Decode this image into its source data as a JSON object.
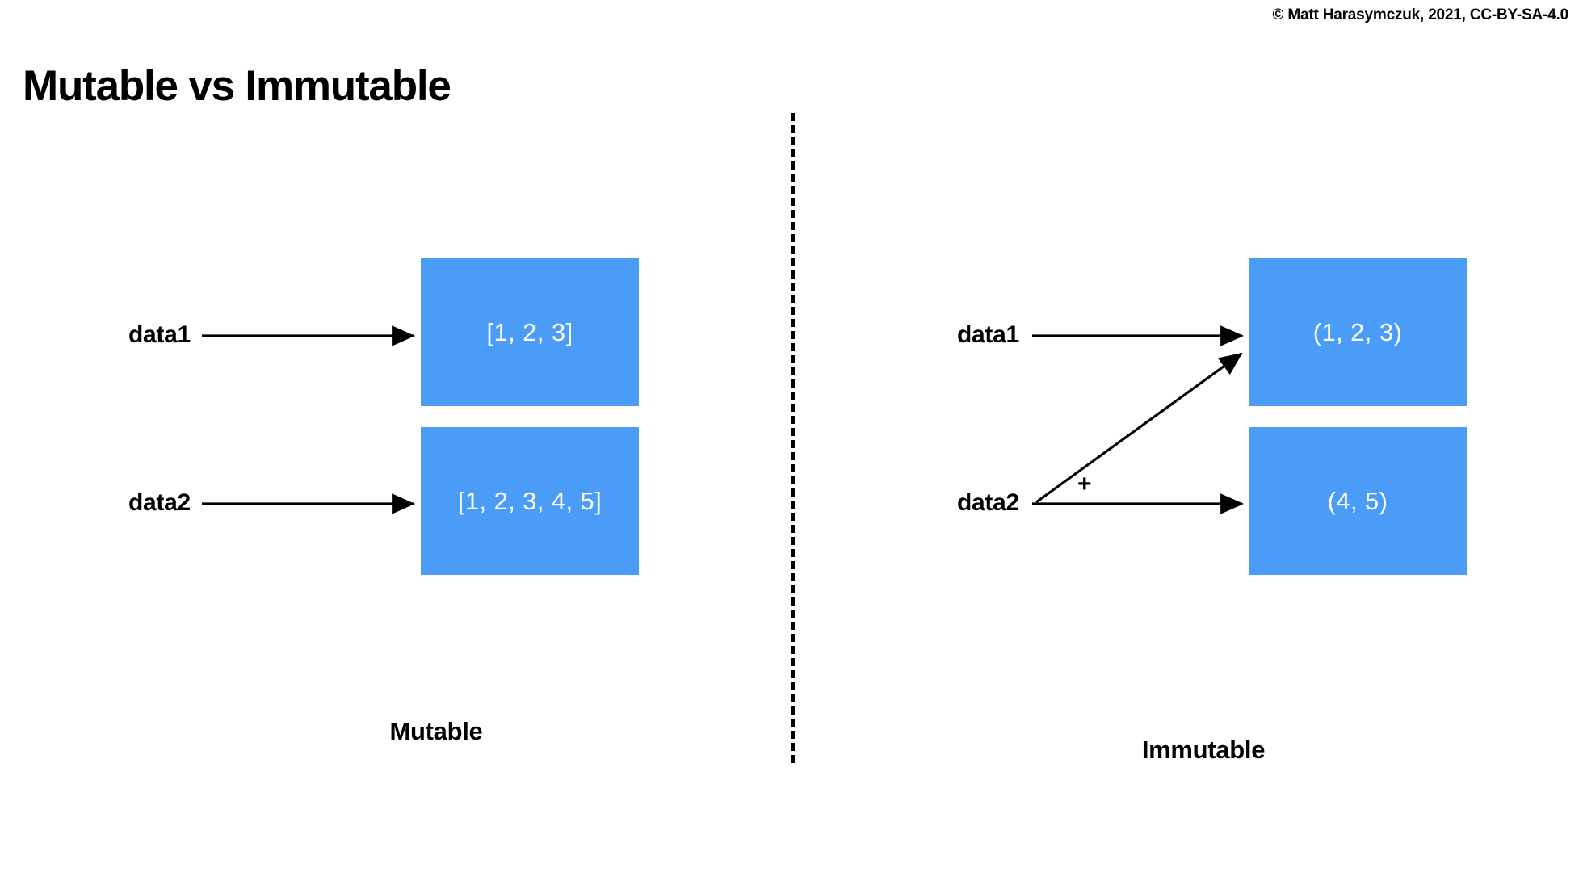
{
  "slide": {
    "title": "Mutable vs Immutable",
    "copyright": "© Matt Harasymczuk, 2021, CC-BY-SA-4.0",
    "background_color": "#ffffff",
    "box_color": "#4a9cf6",
    "box_text_color": "#ffffff",
    "line_color": "#000000"
  },
  "panels": {
    "left": {
      "caption": "Mutable",
      "rows": [
        {
          "variable": "data1",
          "value": "[1, 2, 3]"
        },
        {
          "variable": "data2",
          "value": "[1, 2, 3, 4, 5]"
        }
      ]
    },
    "right": {
      "caption": "Immutable",
      "operator": "+",
      "rows": [
        {
          "variable": "data1",
          "value": "(1, 2, 3)"
        },
        {
          "variable": "data2",
          "value": "(4, 5)"
        }
      ]
    }
  }
}
